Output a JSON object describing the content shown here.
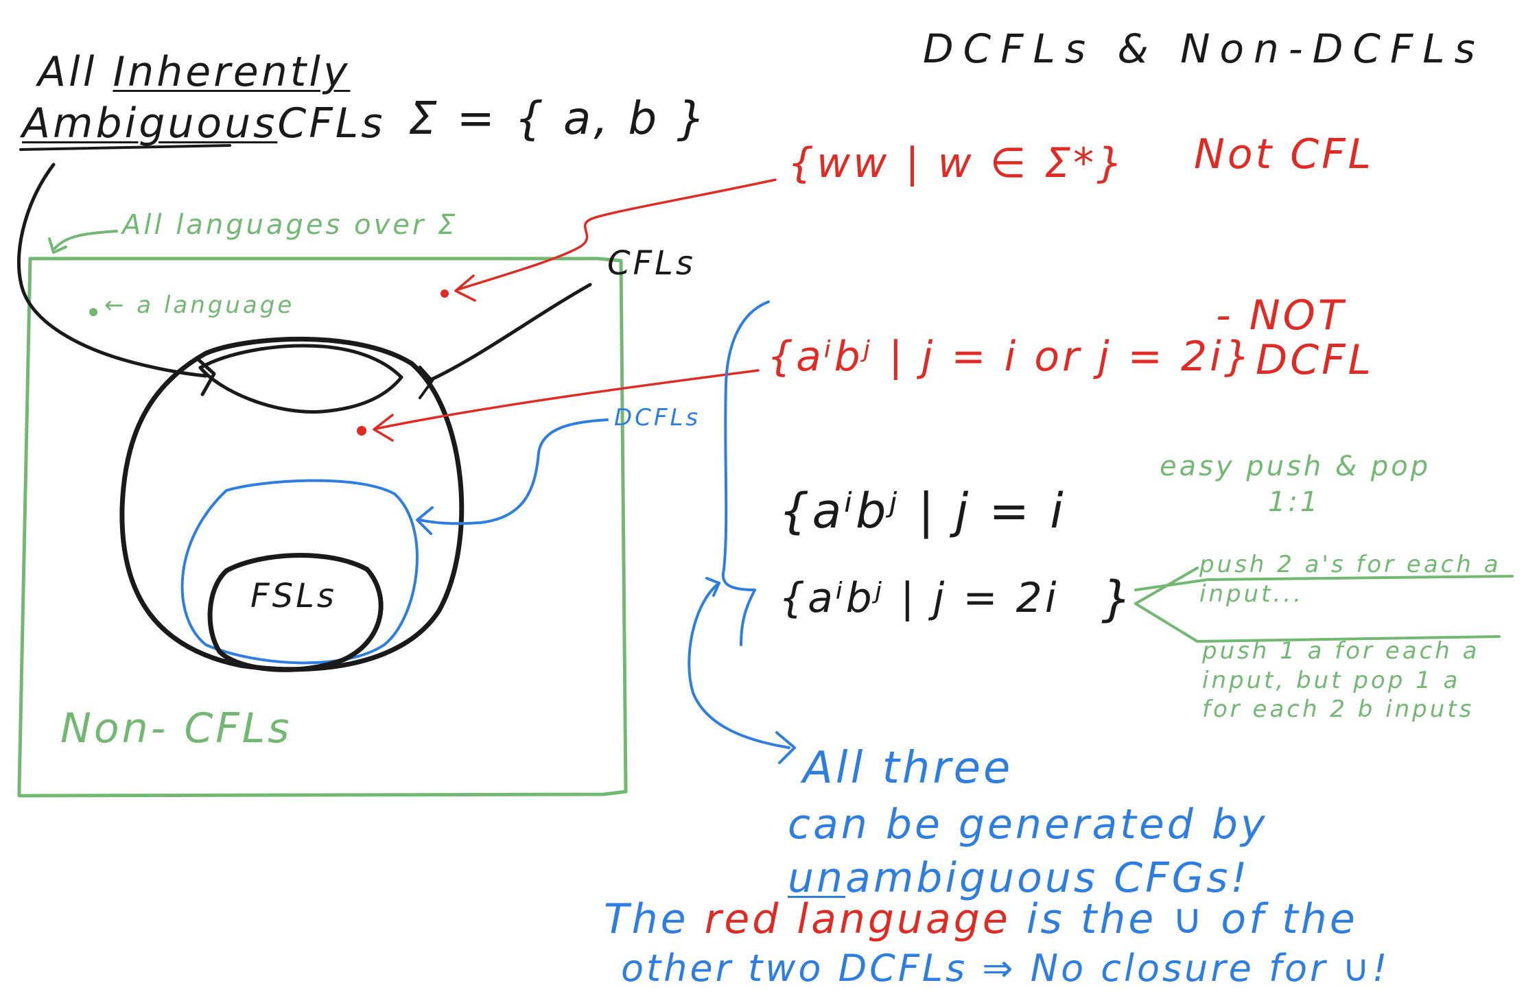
{
  "colors": {
    "ink_black": "#1a1a1a",
    "ink_red": "#e02a24",
    "ink_green": "#72b872",
    "ink_blue": "#2e7de0",
    "background": "#ffffff"
  },
  "title": "DCFLs & Non-DCFLs",
  "top_left_note": {
    "line1_prefix": "All ",
    "line1_underlined": "Inherently",
    "line2_underlined": "Ambiguous",
    "line2_suffix": "CFLs"
  },
  "alphabet": "Σ = { a, b }",
  "diagram": {
    "outer_box_label": "All languages over Σ",
    "point_label": "← a language",
    "cfls_label": "CFLs",
    "dcfls_label": "DCFLs",
    "fsls_label": "FSLs",
    "non_cfls_label": "Non- CFLs"
  },
  "examples": {
    "ww_set": "{ww | w ∈ Σ*}",
    "ww_note": "Not CFL",
    "union_set": "{aⁱbʲ | j = i or j = 2i}",
    "union_note_line1": "- NOT",
    "union_note_line2": "DCFL",
    "equal_set": "{aⁱbʲ | j = i",
    "equal_note_line1": "easy push & pop",
    "equal_note_line2": "1:1",
    "double_set": "{aⁱbʲ | j = 2i",
    "double_close": "}",
    "double_note_a": "push 2 a's for each a input...",
    "double_note_b": "push 1 a for each a input, but pop 1 a for each 2 b inputs"
  },
  "conclusion": {
    "line1": "All three",
    "line2": "can be generated by",
    "line3_underlined": "un",
    "line3_rest": "ambiguous CFGs!"
  },
  "footer": {
    "part1": "The ",
    "part2_red": "red language",
    "part3": " is the ∪ of the",
    "line2": "other two DCFLs ⇒ No closure for ∪!"
  }
}
